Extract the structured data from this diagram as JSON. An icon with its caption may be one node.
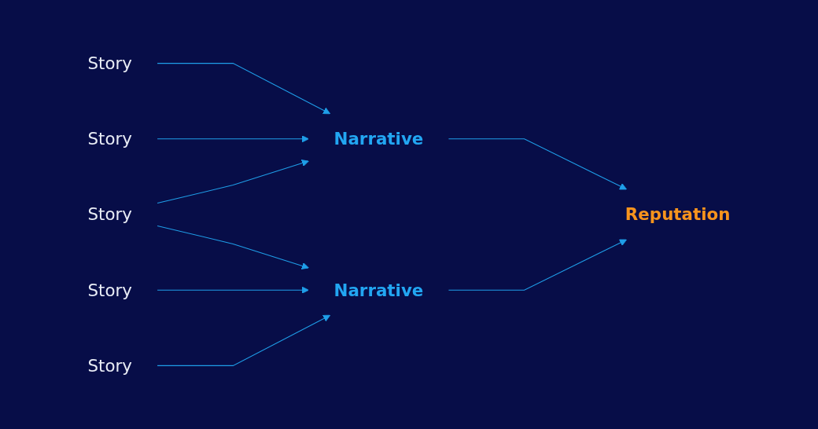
{
  "diagram": {
    "nodes": [
      {
        "text": [
          "Story"
        ]
      },
      {
        "text": [
          "Story"
        ]
      },
      {
        "text": [
          "Story"
        ]
      },
      {
        "text": [
          "Story"
        ]
      },
      {
        "text": [
          "Story"
        ]
      },
      {
        "text": [
          "Narrative"
        ]
      },
      {
        "text": [
          "Narrative"
        ]
      },
      {
        "text": [
          "Reputation"
        ]
      }
    ],
    "edges": [
      {
        "from": 0,
        "to": 5,
        "arrow": "to"
      },
      {
        "from": 1,
        "to": 5,
        "arrow": "to"
      },
      {
        "from": 2,
        "to": 5,
        "arrow": "to"
      },
      {
        "from": 2,
        "to": 6,
        "arrow": "to"
      },
      {
        "from": 3,
        "to": 6,
        "arrow": "to"
      },
      {
        "from": 4,
        "to": 6,
        "arrow": "to"
      },
      {
        "from": 5,
        "to": 7,
        "arrow": "to"
      },
      {
        "from": 6,
        "to": 7,
        "arrow": "to"
      }
    ]
  }
}
